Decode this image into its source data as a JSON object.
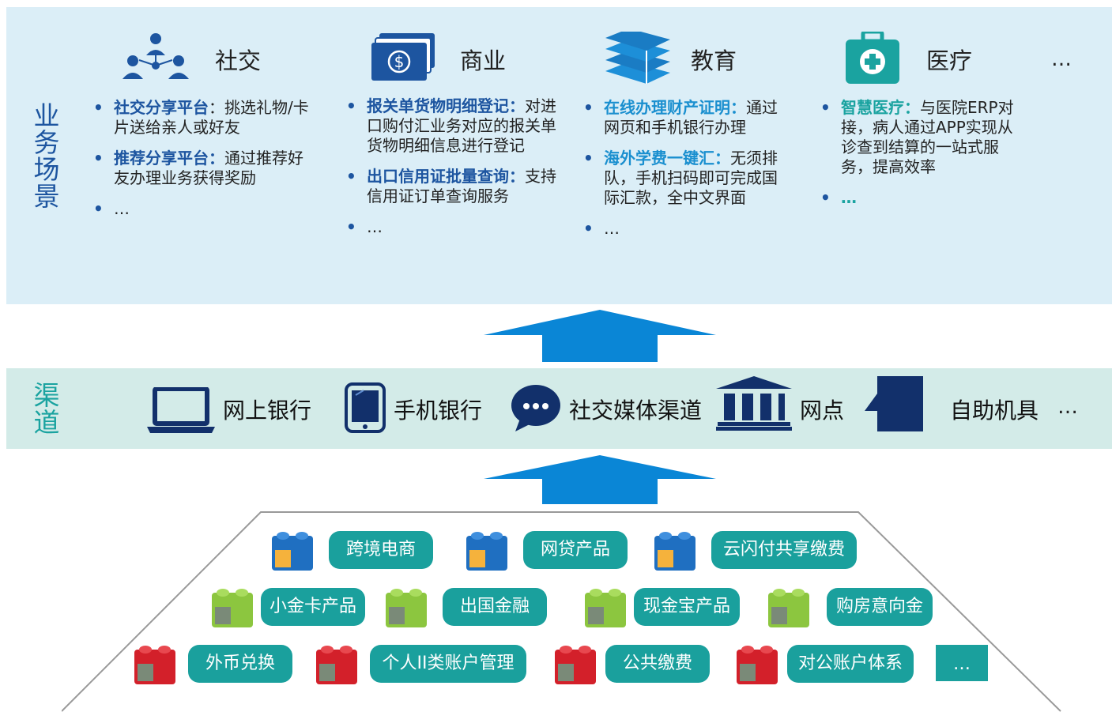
{
  "business": {
    "side_label": "业务场景",
    "more": "…",
    "categories": [
      {
        "title": "社交",
        "icon": "people-network-icon",
        "color": "#1d55a0",
        "items": [
          {
            "highlight": "社交分享平台",
            "text": "：挑选礼物/卡片送给亲人或好友"
          },
          {
            "highlight": "推荐分享平台：",
            "text": "通过推荐好友办理业务获得奖励"
          },
          {
            "highlight": "",
            "text": "…"
          }
        ]
      },
      {
        "title": "商业",
        "icon": "money-stack-icon",
        "color": "#1d55a0",
        "items": [
          {
            "highlight": "报关单货物明细登记：",
            "text": "对进口购付汇业务对应的报关单货物明细信息进行登记"
          },
          {
            "highlight": "出口信用证批量查询：",
            "text": "支持信用证订单查询服务"
          },
          {
            "highlight": "",
            "text": "…"
          }
        ]
      },
      {
        "title": "教育",
        "icon": "books-icon",
        "color": "#1a8fcf",
        "items": [
          {
            "highlight": "在线办理财产证明：",
            "text": "通过网页和手机银行办理"
          },
          {
            "highlight": "海外学费一键汇：",
            "text": "无须排队，手机扫码即可完成国际汇款，全中文界面"
          },
          {
            "highlight": "",
            "text": "…"
          }
        ]
      },
      {
        "title": "医疗",
        "icon": "medical-kit-icon",
        "color": "#1aa3a0",
        "items": [
          {
            "highlight": "智慧医疗：",
            "text": "与医院ERP对接，病人通过APP实现从诊查到结算的一站式服务，提高效率"
          },
          {
            "highlight": "",
            "text": "…"
          }
        ]
      }
    ]
  },
  "channels": {
    "side_label": "渠道",
    "more": "…",
    "items": [
      {
        "label": "网上银行",
        "icon": "laptop-icon"
      },
      {
        "label": "手机银行",
        "icon": "smartphone-icon"
      },
      {
        "label": "社交媒体渠道",
        "icon": "chat-bubble-icon"
      },
      {
        "label": "网点",
        "icon": "bank-building-icon"
      },
      {
        "label": "自助机具",
        "icon": "atm-kiosk-icon"
      }
    ]
  },
  "blocks": {
    "row1": [
      "跨境电商",
      "网贷产品",
      "云闪付共享缴费"
    ],
    "row2": [
      "小金卡产品",
      "出国金融",
      "现金宝产品",
      "购房意向金"
    ],
    "row3": [
      "外币兑换",
      "个人II类账户管理",
      "公共缴费",
      "对公账户体系"
    ],
    "more": "…",
    "colors": {
      "row1": "#1f6fc1",
      "row2": "#8cc63f",
      "row3": "#d3202a",
      "pill": "#1aa09d"
    }
  },
  "arrow_color": "#0a86d6"
}
